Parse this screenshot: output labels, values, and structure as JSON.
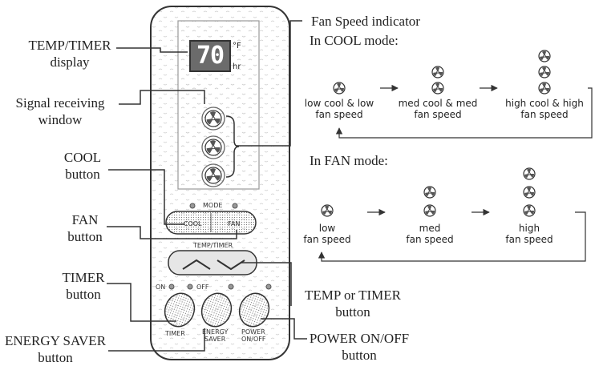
{
  "left_labels": {
    "temp_timer_display": [
      "TEMP/TIMER",
      "display"
    ],
    "signal_window": [
      "Signal receiving",
      "window"
    ],
    "cool_button": [
      "COOL",
      "button"
    ],
    "fan_button": [
      "FAN",
      "button"
    ],
    "timer_button": [
      "TIMER",
      "button"
    ],
    "energy_saver_button": [
      "ENERGY SAVER",
      "button"
    ]
  },
  "right_labels": {
    "fan_speed_indicator": "Fan Speed indicator",
    "cool_mode_heading": "In COOL mode:",
    "fan_mode_heading": "In FAN mode:",
    "temp_timer_button": [
      "TEMP or TIMER",
      "button"
    ],
    "power_button": [
      "POWER ON/OFF",
      "button"
    ]
  },
  "remote": {
    "display_value": "70",
    "unit_f": "°F",
    "unit_hr": "hr",
    "mode_label": "MODE",
    "cool_key": "COOL",
    "fan_key": "FAN",
    "temp_timer_label": "TEMP/TIMER",
    "on_label": "ON",
    "off_label": "OFF",
    "timer_key": "TIMER",
    "energy_saver_key": [
      "ENERGY",
      "SAVER"
    ],
    "power_key": [
      "POWER",
      "ON/OFF"
    ]
  },
  "cool_mode_states": [
    {
      "line1": "low cool & low",
      "line2": "fan speed",
      "fans": 1
    },
    {
      "line1": "med cool & med",
      "line2": "fan speed",
      "fans": 2
    },
    {
      "line1": "high cool & high",
      "line2": "fan speed",
      "fans": 3
    }
  ],
  "fan_mode_states": [
    {
      "line1": "low",
      "line2": "fan speed",
      "fans": 1
    },
    {
      "line1": "med",
      "line2": "fan speed",
      "fans": 2
    },
    {
      "line1": "high",
      "line2": "fan speed",
      "fans": 3
    }
  ]
}
